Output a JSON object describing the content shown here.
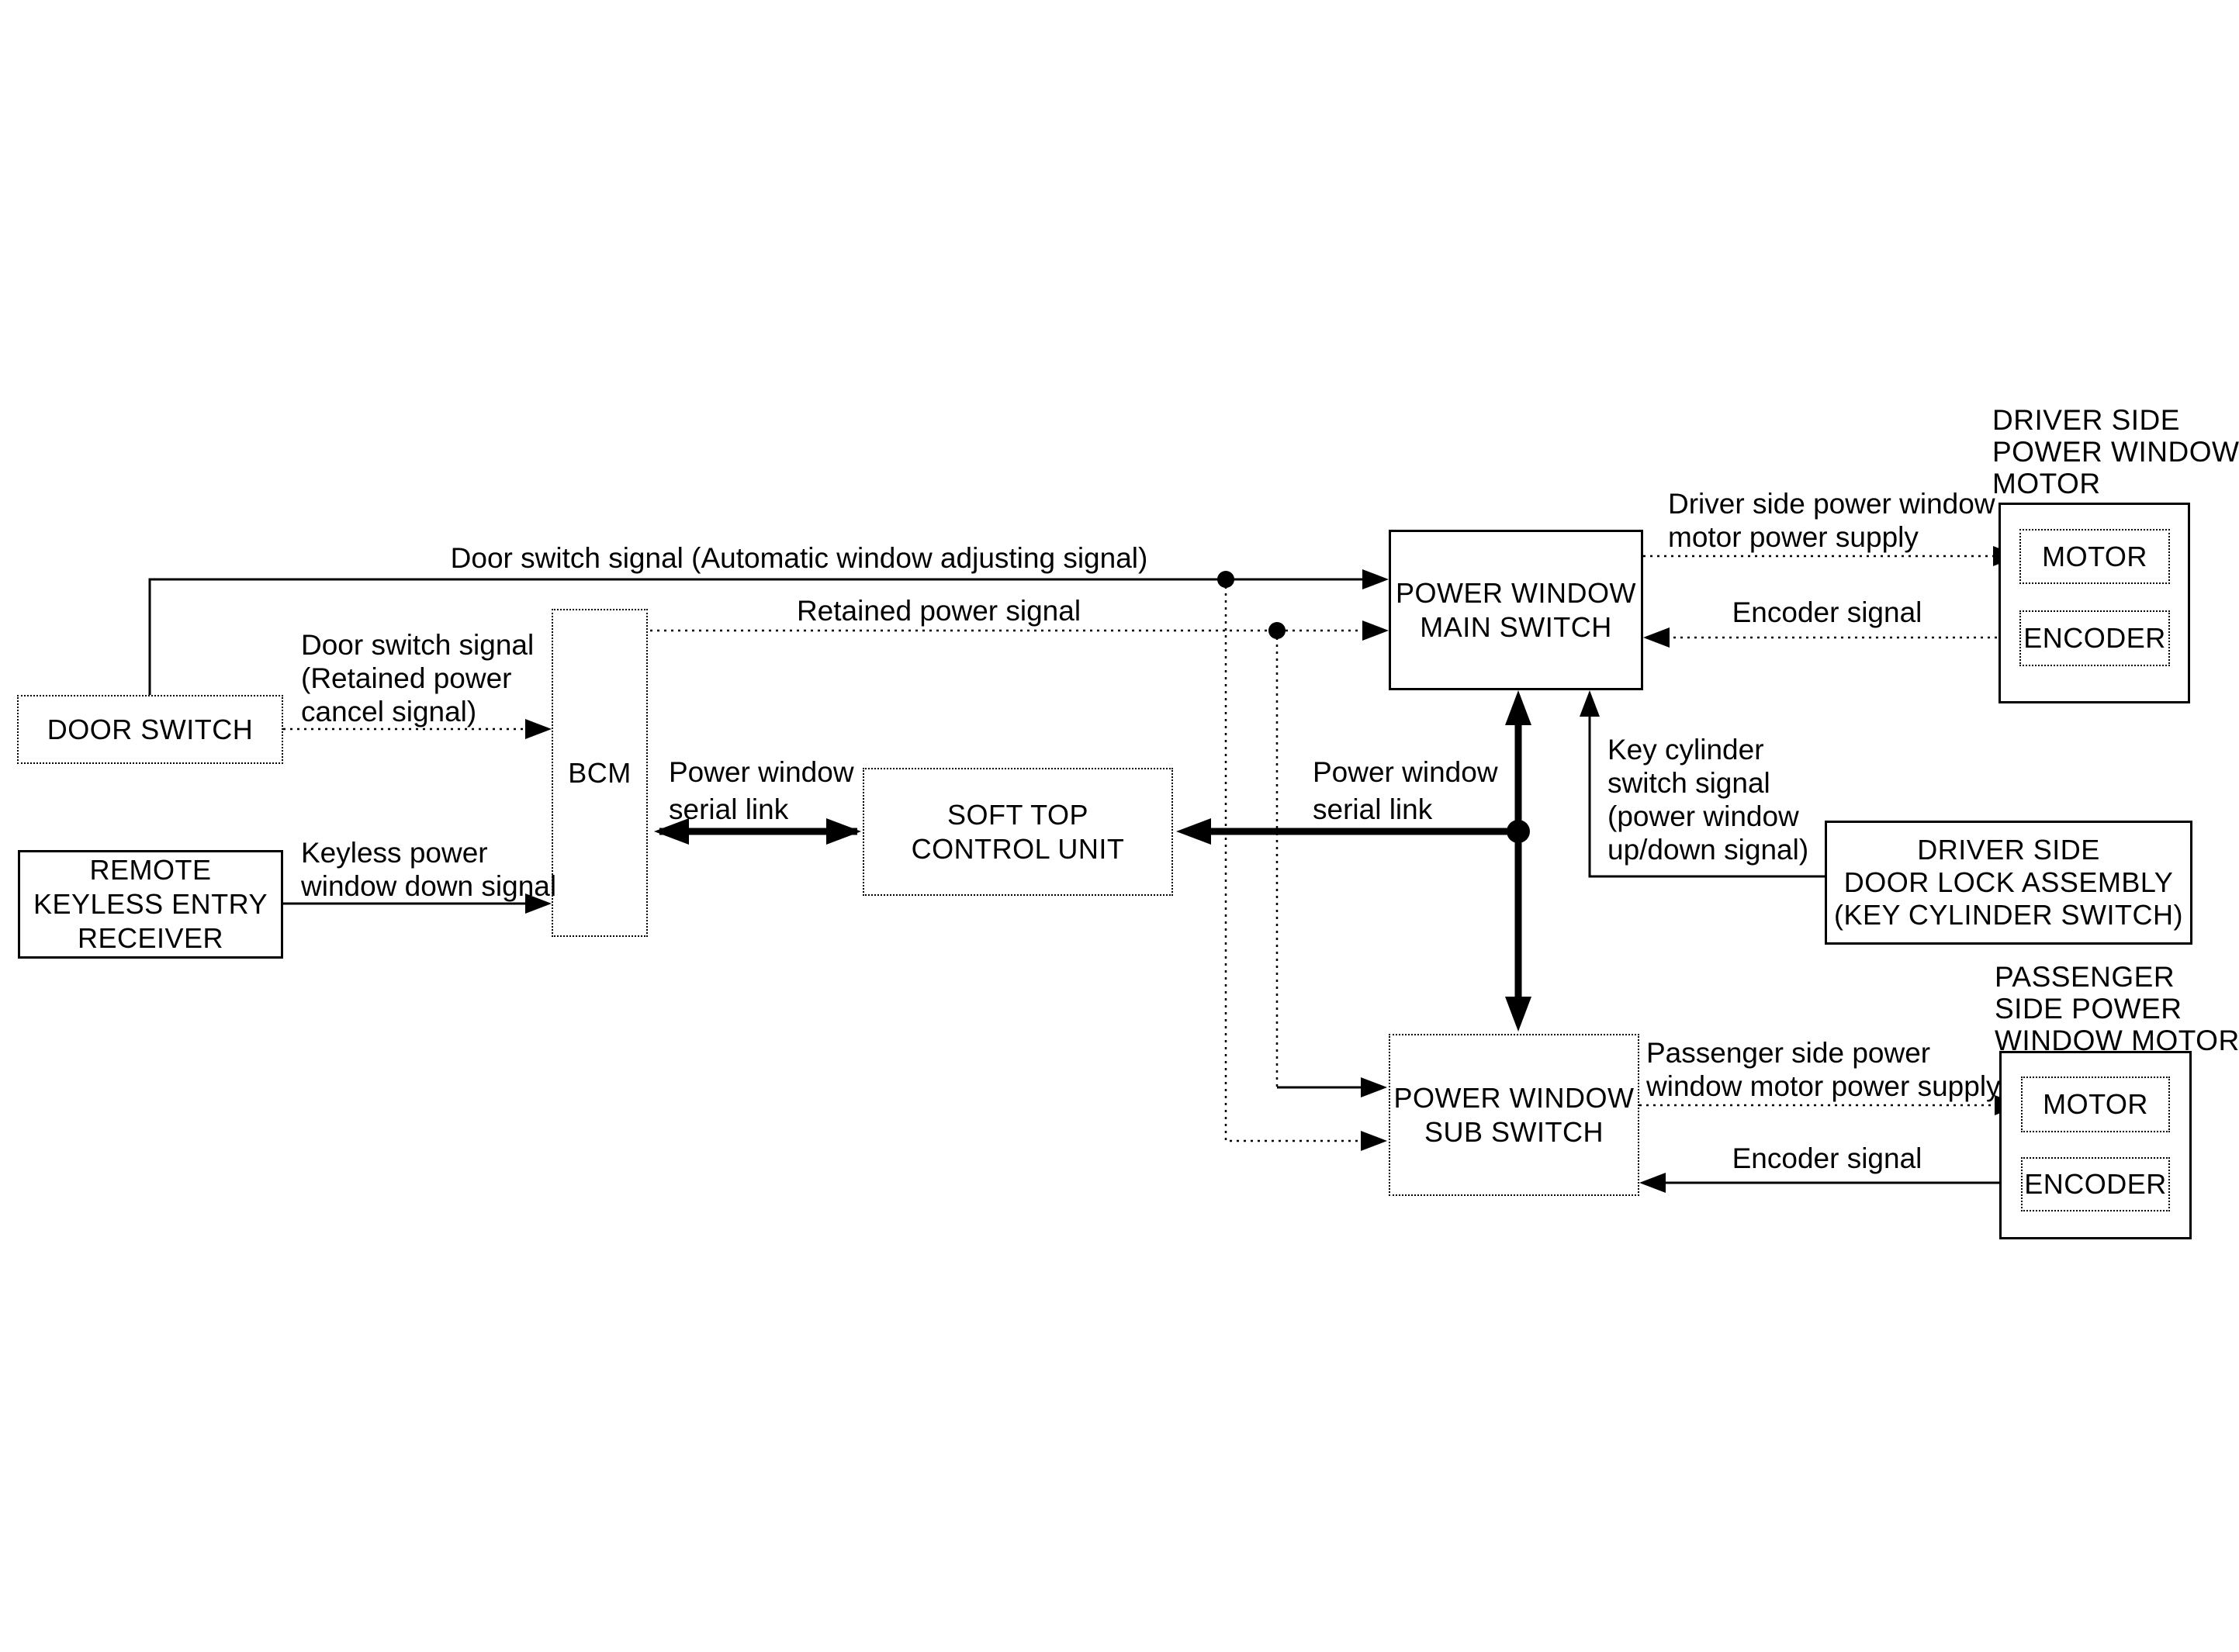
{
  "diagram": {
    "colors": {
      "ink": "#000000",
      "background": "#ffffff"
    },
    "boxes": {
      "door_switch": {
        "label": "DOOR SWITCH"
      },
      "remote_keyless": {
        "lines": [
          "REMOTE",
          "KEYLESS ENTRY",
          "RECEIVER"
        ]
      },
      "bcm": {
        "label": "BCM"
      },
      "soft_top": {
        "lines": [
          "SOFT TOP",
          "CONTROL UNIT"
        ]
      },
      "main_switch": {
        "lines": [
          "POWER WINDOW",
          "MAIN SWITCH"
        ]
      },
      "sub_switch": {
        "lines": [
          "POWER WINDOW",
          "SUB SWITCH"
        ]
      },
      "door_lock": {
        "lines": [
          "DRIVER SIDE",
          "DOOR LOCK ASSEMBLY",
          "(KEY CYLINDER SWITCH)"
        ]
      },
      "driver_motor_unit": {
        "title_lines": [
          "DRIVER SIDE",
          "POWER WINDOW",
          "MOTOR"
        ],
        "motor": "MOTOR",
        "encoder": "ENCODER"
      },
      "passenger_motor_unit": {
        "title_lines": [
          "PASSENGER",
          "SIDE POWER",
          "WINDOW MOTOR"
        ],
        "motor": "MOTOR",
        "encoder": "ENCODER"
      }
    },
    "signals": {
      "door_switch_auto": "Door switch signal (Automatic window adjusting signal)",
      "retained_power": "Retained power signal",
      "door_switch_cancel": [
        "Door switch signal",
        "(Retained power",
        "cancel signal)"
      ],
      "keyless_down": [
        "Keyless power",
        "window down signal"
      ],
      "serial_link_left": [
        "Power window",
        "serial link"
      ],
      "serial_link_right": [
        "Power window",
        "serial link"
      ],
      "key_cylinder": [
        "Key cylinder",
        "switch signal",
        "(power window",
        "up/down signal)"
      ],
      "driver_supply": [
        "Driver side power window",
        "motor power supply"
      ],
      "driver_encoder": "Encoder signal",
      "passenger_supply": [
        "Passenger side power",
        "window motor power supply"
      ],
      "passenger_encoder": "Encoder signal"
    }
  }
}
